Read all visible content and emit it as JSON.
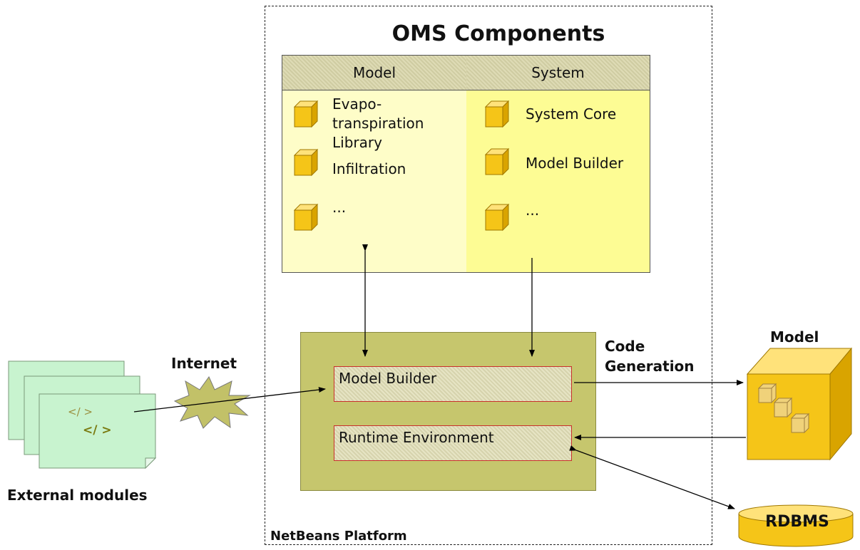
{
  "title": "OMS Components",
  "platform_label": "NetBeans Platform",
  "columns": {
    "model": {
      "header": "Model",
      "items": [
        "Evapo-",
        "transpiration",
        "Library",
        "Infiltration",
        "..."
      ]
    },
    "system": {
      "header": "System",
      "items": [
        "System Core",
        "Model Builder",
        "..."
      ]
    }
  },
  "runtime_box": {
    "model_builder": "Model Builder",
    "runtime_environment": "Runtime Environment"
  },
  "labels": {
    "internet": "Internet",
    "external_modules": "External modules",
    "code_generation_1": "Code",
    "code_generation_2": "Generation",
    "model": "Model",
    "rdbms": "RDBMS"
  },
  "code_glyphs": [
    "</ >",
    "</ >"
  ],
  "colors": {
    "model_column": "#fefdc8",
    "system_column": "#fdfc94",
    "runtime_box": "#c6c66d",
    "inner_box_border": "#c9302c",
    "cube": "#f5c518",
    "modules": "#c8f3cf"
  }
}
